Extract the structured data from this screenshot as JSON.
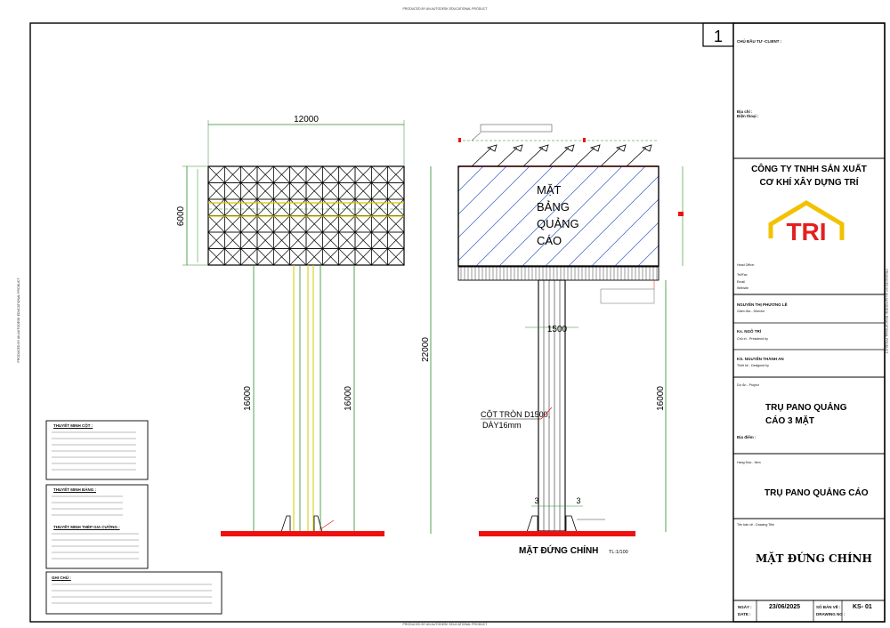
{
  "header": {
    "top_stamp": "PRODUCED BY AN AUTODESK EDUCATIONAL PRODUCT",
    "bottom_stamp": "PRODUCED BY AN AUTODESK EDUCATIONAL PRODUCT",
    "left_stamp": "PRODUCED BY AN AUTODESK EDUCATIONAL PRODUCT",
    "right_stamp": "PRODUCED BY AN AUTODESK EDUCATIONAL PRODUCT"
  },
  "left_elevation": {
    "dim_width": "12000",
    "dim_board_height": "6000",
    "dim_total_height": "22000",
    "dim_post_height_left": "16000",
    "dim_post_height_right": "16000"
  },
  "right_elevation": {
    "board_text": [
      "MẶT",
      "BẢNG",
      "QUẢNG",
      "CÁO"
    ],
    "dim_column": "1500",
    "dim_post_height": "16000",
    "column_note_line1": "CỘT TRÒN D1500,",
    "column_note_line2": "DÀY16mm",
    "base_dim_left": "3",
    "base_dim_right": "3",
    "title": "MẶT ĐỨNG CHÍNH",
    "scale": "TL:1/100"
  },
  "notes": {
    "box1_title": "THUYẾT MINH CỘT :",
    "box2_title": "THUYẾT MINH BẢNG :",
    "box3_title": "THUYẾT MINH THÉP GIA CƯỜNG :",
    "box4_title": "GHI CHÚ :"
  },
  "title_block": {
    "sheet_number": "1",
    "client_label": "CHỦ ĐẦU TƯ -CLIENT :",
    "address_label": "Địa chỉ :",
    "phone_label": "Điện thoại :",
    "company_line1": "CÔNG TY TNHH SẢN XUẤT",
    "company_line2": "CƠ KHÍ XÂY DỰNG TRÍ",
    "logo_text": "TRI",
    "head_office_label": "Head Office:",
    "tel_label": "Tel/Fax",
    "email_label": "Email",
    "website_label": "Website",
    "director_name": "NGUYỄN THỊ PHƯƠNG LÊ",
    "director_role": "Giám đốc - Director",
    "checker_name": "Ks. NGÔ TRÍ",
    "checker_role": "Chủ trì - Presidend by",
    "designer_name": "KS. NGUYỄN THÀNH AN",
    "designer_role": "Thiết kế - Designed by",
    "project_label": "Dự Án - Project",
    "project_line1": "TRỤ PANO QUẢNG",
    "project_line2": "CÁO 3 MẶT",
    "location_label": "Địa điểm :",
    "item_label": "Hạng Mục - Item",
    "item_value": "TRỤ PANO QUẢNG CÁO",
    "drawing_label": "Tên bản vẽ - Drawing Title",
    "drawing_title": "MẶT ĐỨNG CHÍNH",
    "day_label": "NGÀY :",
    "date_label": "DATE :",
    "date_value": "23/06/2025",
    "drawing_no_label1": "SỐ BẢN VẼ :",
    "drawing_no_label2": "DRAWING NO :",
    "drawing_no": "KS- 01"
  },
  "colors": {
    "line": "#000000",
    "base_red": "#ee1111",
    "dim_green": "#2a8a2a",
    "column_yellow": "#d8c800",
    "hatch_blue": "#3a5fc8",
    "logo_yellow": "#f2c200",
    "logo_red": "#e32020"
  }
}
